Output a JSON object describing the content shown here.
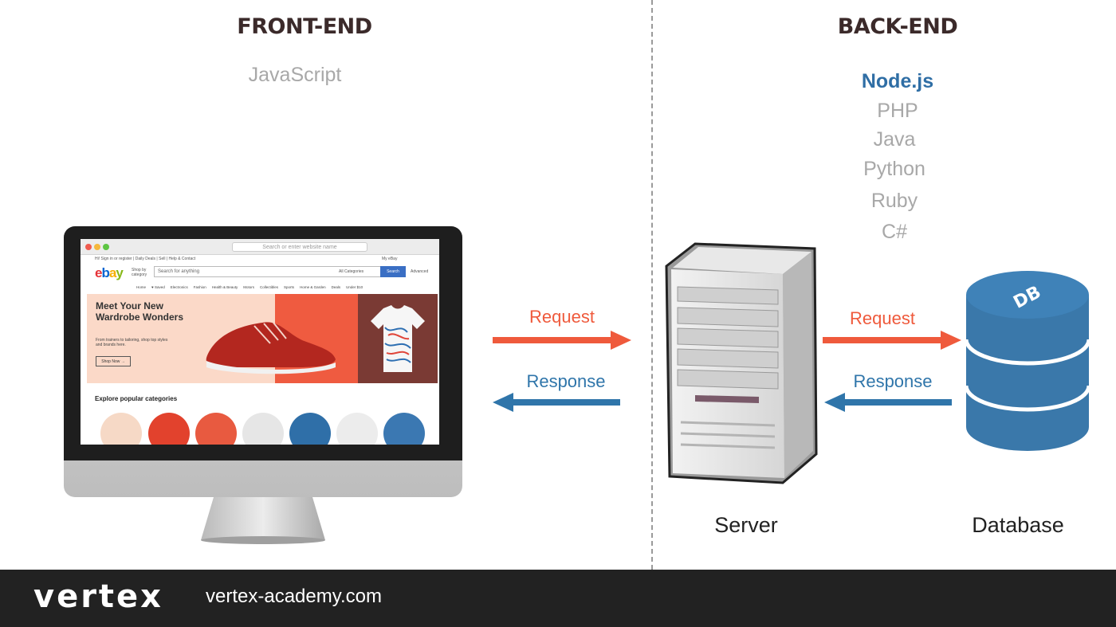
{
  "front_end": {
    "title": "FRONT-END",
    "languages": [
      "JavaScript"
    ]
  },
  "back_end": {
    "title": "BACK-END",
    "languages": [
      "Node.js",
      "PHP",
      "Java",
      "Python",
      "Ruby",
      "C#"
    ],
    "highlighted": "Node.js"
  },
  "arrows": {
    "client_request": "Request",
    "client_response": "Response",
    "db_request": "Request",
    "db_response": "Response"
  },
  "captions": {
    "server": "Server",
    "database": "Database"
  },
  "db_label": "DB",
  "footer": {
    "logo": "vertex",
    "website": "vertex-academy.com"
  },
  "screen": {
    "address_placeholder": "Search or enter website name",
    "top_links": "Hi! Sign in or register  |  Daily Deals  |  Sell  |  Help & Contact",
    "my_ebay": "My eBay",
    "logo_letters": [
      "e",
      "b",
      "a",
      "y"
    ],
    "shop_by": "Shop by category",
    "search_placeholder": "Search for anything",
    "all_categories": "All Categories",
    "search_button": "Search",
    "advanced": "Advanced",
    "nav": [
      "Home",
      "♥ Saved",
      "Electronics",
      "Fashion",
      "Health & Beauty",
      "Motors",
      "Collectibles",
      "Sports",
      "Home & Garden",
      "Deals",
      "Under $10"
    ],
    "headline": "Meet Your New Wardrobe Wonders",
    "subtext": "From trainers to tailoring, shop top styles and brands here.",
    "cta": "Shop Now →",
    "explore": "Explore popular categories"
  },
  "colors": {
    "request": "#ef5a3c",
    "response": "#2f75aa",
    "highlight": "#2f6ea5",
    "muted": "#a8a8a8",
    "database": "#3a78aa",
    "footer": "#222222"
  }
}
